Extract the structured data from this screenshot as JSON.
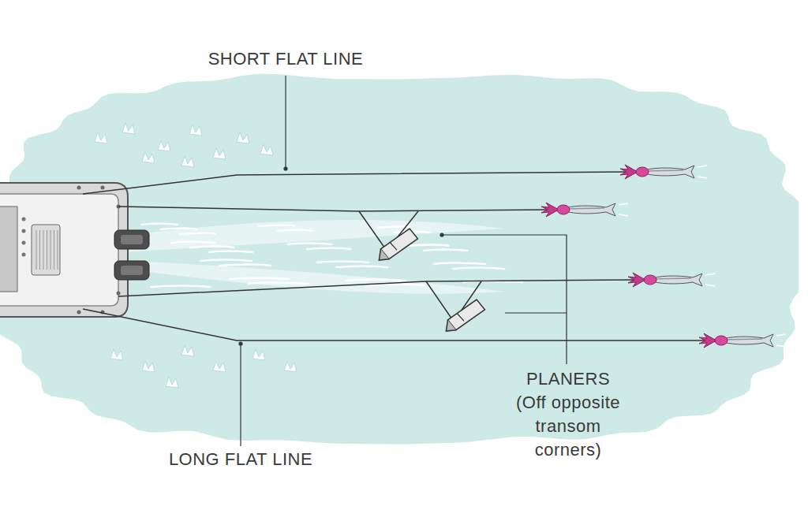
{
  "diagram": {
    "labels": [
      "SHORT FLAT LINE",
      "PLANERS",
      "(Off opposite transom corners)",
      "LONG FLAT LINE"
    ]
  }
}
